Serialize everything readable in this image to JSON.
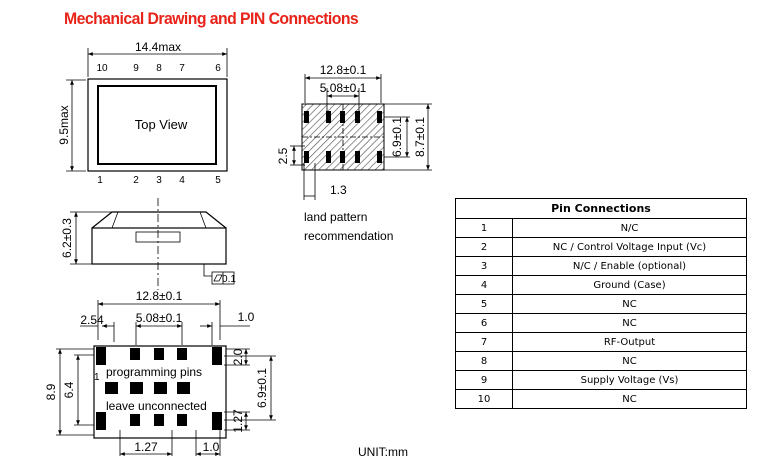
{
  "title": "Mechanical Drawing and PIN Connections",
  "top_view": {
    "width_dim": "14.4max",
    "height_dim": "9.5max",
    "label": "Top View",
    "top_pins": [
      "10",
      "9",
      "8",
      "7",
      "6"
    ],
    "bottom_pins": [
      "1",
      "2",
      "3",
      "4",
      "5"
    ]
  },
  "side_view": {
    "height_dim": "6.2±0.3",
    "flatness": "0.1"
  },
  "land_pattern": {
    "width_dim": "12.8±0.1",
    "pitch_dim": "5.08±0.1",
    "height_dim_inner": "6.9±0.1",
    "height_dim_outer": "8.7±0.1",
    "pad_height_dim": "2.5",
    "pad_width_dim": "1.3",
    "caption_line1": "land pattern",
    "caption_line2": "recommendation"
  },
  "bottom_view": {
    "width_dim": "12.8±0.1",
    "left_dim": "2.54",
    "pitch_dim": "5.08±0.1",
    "pad_dim": "1.0",
    "right_top_dim": "2.0",
    "height_outer": "8.9",
    "height_inner": "6.4",
    "height_right": "6.9±0.1",
    "pad_right_dim": "1.27",
    "bottom_left_dim": "1.27",
    "bottom_right_dim": "1.0",
    "pin_one": "1",
    "note_line1": "programming pins",
    "note_line2": "leave  unconnected"
  },
  "unit": "UNIT:mm",
  "pin_table": {
    "header": "Pin Connections",
    "rows": [
      {
        "pin": "1",
        "function": "N/C"
      },
      {
        "pin": "2",
        "function": "NC / Control Voltage Input (Vc)"
      },
      {
        "pin": "3",
        "function": "N/C / Enable (optional)"
      },
      {
        "pin": "4",
        "function": "Ground (Case)"
      },
      {
        "pin": "5",
        "function": "NC"
      },
      {
        "pin": "6",
        "function": "NC"
      },
      {
        "pin": "7",
        "function": "RF-Output"
      },
      {
        "pin": "8",
        "function": "NC"
      },
      {
        "pin": "9",
        "function": "Supply Voltage (Vs)"
      },
      {
        "pin": "10",
        "function": "NC"
      }
    ]
  }
}
